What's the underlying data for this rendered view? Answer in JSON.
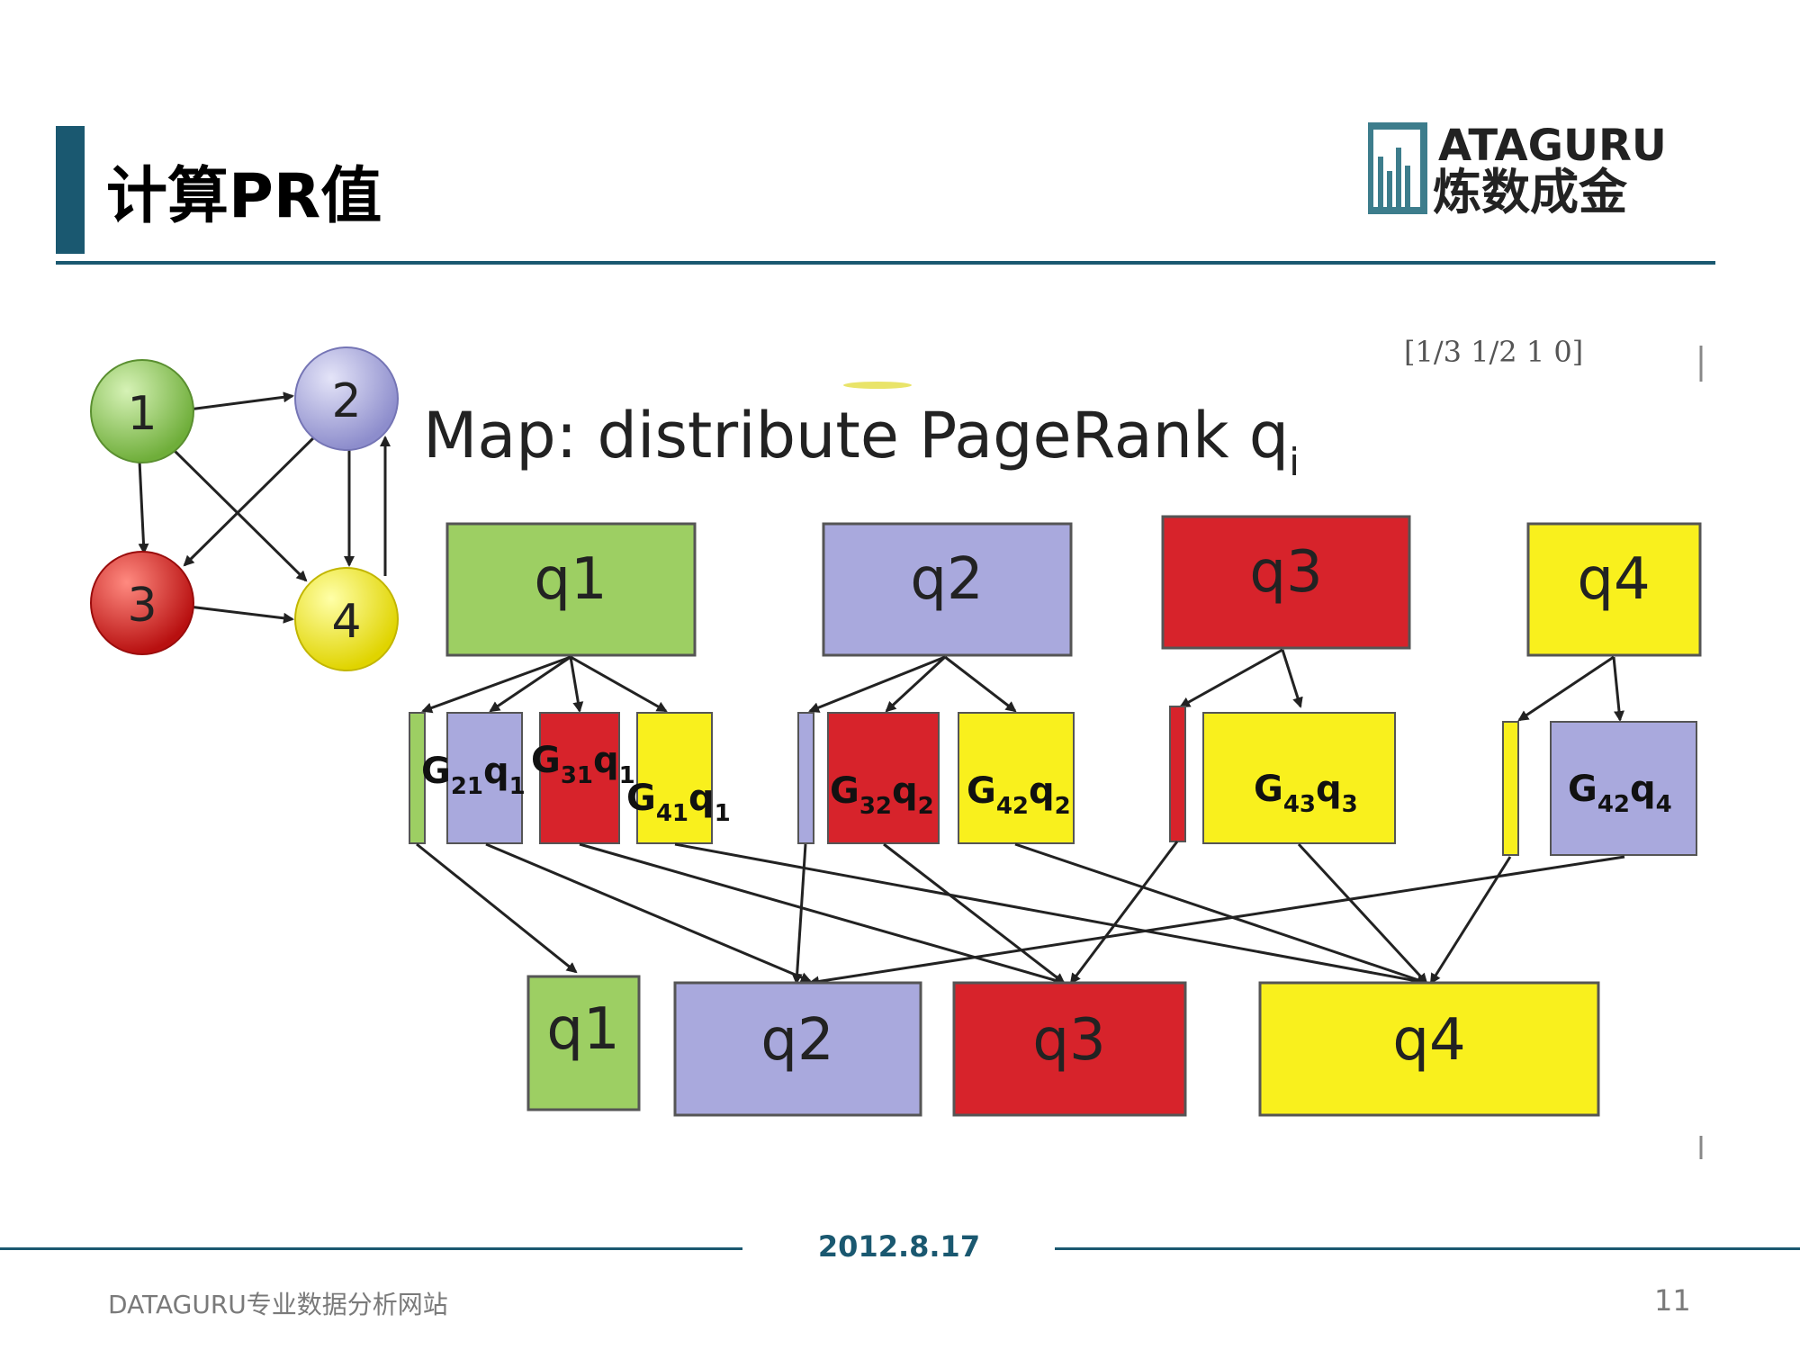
{
  "slide": {
    "title": "计算PR值",
    "date": "2012.8.17",
    "footer_site": "DATAGURU专业数据分析网站",
    "page_number": "11"
  },
  "logo": {
    "line1": "ATAGURU",
    "line2": "炼数成金"
  },
  "diagram": {
    "heading": "Map: distribute PageRank q",
    "heading_sub": "i",
    "matrix_fragment": "[1/3   1/2   1   0]",
    "graph_nodes": [
      "1",
      "2",
      "3",
      "4"
    ],
    "source_boxes": [
      "q1",
      "q2",
      "q3",
      "q4"
    ],
    "mid_labels": [
      {
        "g": "G",
        "sub1": "21",
        "q": "q",
        "sub2": "1"
      },
      {
        "g": "G",
        "sub1": "31",
        "q": "q",
        "sub2": "1"
      },
      {
        "g": "G",
        "sub1": "41",
        "q": "q",
        "sub2": "1"
      },
      {
        "g": "G",
        "sub1": "32",
        "q": "q",
        "sub2": "2"
      },
      {
        "g": "G",
        "sub1": "42",
        "q": "q",
        "sub2": "2"
      },
      {
        "g": "G",
        "sub1": "43",
        "q": "q",
        "sub2": "3"
      },
      {
        "g": "G",
        "sub1": "42",
        "q": "q",
        "sub2": "4"
      }
    ],
    "target_boxes": [
      "q1",
      "q2",
      "q3",
      "q4"
    ],
    "colors": {
      "green": "#9dcf63",
      "purple": "#a9a9dd",
      "red": "#d7232b",
      "yellow": "#f9f01d",
      "accent": "#1a5870"
    }
  }
}
